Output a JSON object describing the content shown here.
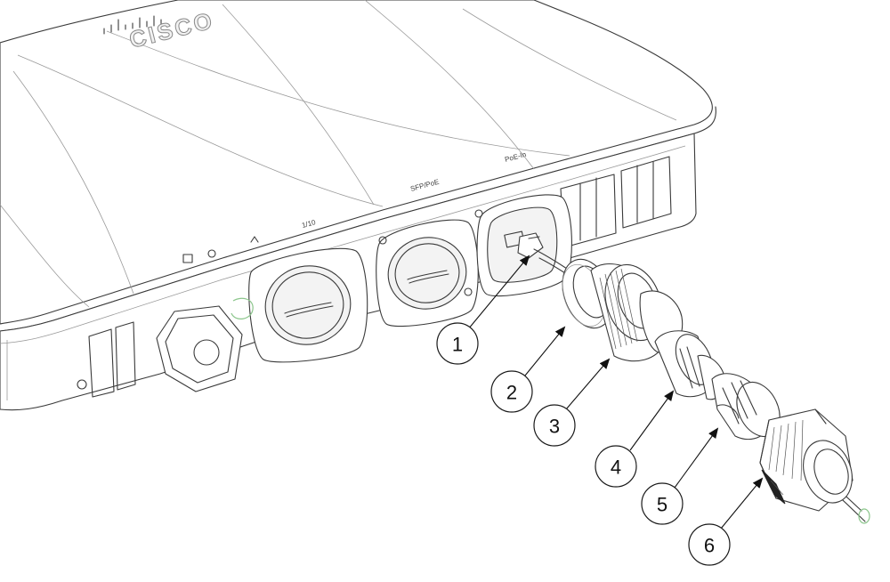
{
  "device": {
    "brand_text": "CISCO",
    "port_labels": [
      "PoE-In",
      "SFP/PoE",
      "1/10"
    ]
  },
  "callouts": [
    {
      "label": "1"
    },
    {
      "label": "2"
    },
    {
      "label": "3"
    },
    {
      "label": "4"
    },
    {
      "label": "5"
    },
    {
      "label": "6"
    }
  ]
}
